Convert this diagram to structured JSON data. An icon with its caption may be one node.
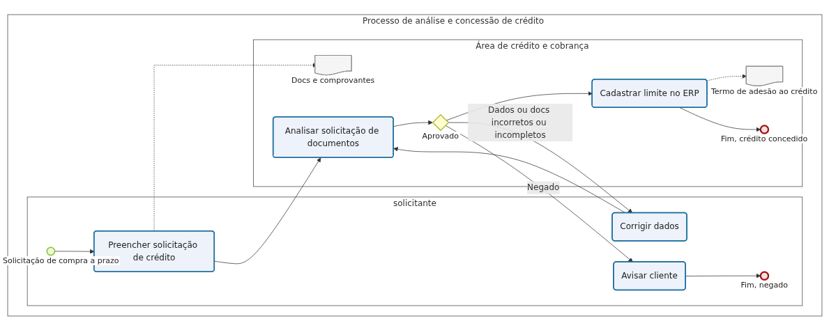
{
  "diagram": {
    "nodes": [
      {
        "text": [
          "Processo de análise e concessão de crédito"
        ]
      },
      {
        "text": [
          "solicitante"
        ],
        "in": 0
      },
      {
        "text": [],
        "shape": "circle",
        "beside": [
          "Solicitação de compra a prazo"
        ],
        "in": 1
      },
      {
        "text": [
          "Preencher solicitação de crédito"
        ],
        "in": 1
      },
      {
        "text": [
          "Corrigir dados"
        ],
        "in": 1
      },
      {
        "text": [
          "Avisar cliente"
        ],
        "in": 1
      },
      {
        "text": [],
        "shape": "circle",
        "beside": [
          "Fim, negado"
        ],
        "in": 1
      },
      {
        "text": [
          "Área de crédito e cobrança"
        ],
        "in": 0
      },
      {
        "text": [],
        "shape": "document",
        "beside": [
          "Docs e comprovantes"
        ],
        "in": 7
      },
      {
        "text": [
          "Analisar solicitação de documentos"
        ],
        "in": 7
      },
      {
        "text": [],
        "shape": "diamond",
        "beside": [
          "Aprovado"
        ],
        "in": 7
      },
      {
        "text": [
          "Cadastrar limite no ERP"
        ],
        "in": 7
      },
      {
        "text": [],
        "shape": "document",
        "beside": [
          "Termo de adesão ao crédito"
        ],
        "in": 7
      },
      {
        "text": [],
        "shape": "circle",
        "beside": [
          "Fim, crédito concedido"
        ],
        "in": 7
      }
    ],
    "edges": [
      {
        "from": 2,
        "to": 3,
        "arrow": "to"
      },
      {
        "from": 3,
        "to": 9,
        "arrow": "to"
      },
      {
        "from": 3,
        "to": 8,
        "arrow": "to",
        "style": "dashed"
      },
      {
        "from": 4,
        "to": 9,
        "arrow": "to"
      },
      {
        "from": 9,
        "to": 10,
        "arrow": "to"
      },
      {
        "from": 10,
        "to": 4,
        "arrow": "to",
        "label": "Dados ou docs incorretos ou incompletos"
      },
      {
        "from": 10,
        "to": 5,
        "arrow": "to",
        "label": "Negado"
      },
      {
        "from": 10,
        "to": 11,
        "arrow": "to"
      },
      {
        "from": 11,
        "to": 12,
        "arrow": "to",
        "style": "dashed"
      },
      {
        "from": 5,
        "to": 6,
        "arrow": "to"
      },
      {
        "from": 11,
        "to": 13,
        "arrow": "to"
      }
    ]
  }
}
